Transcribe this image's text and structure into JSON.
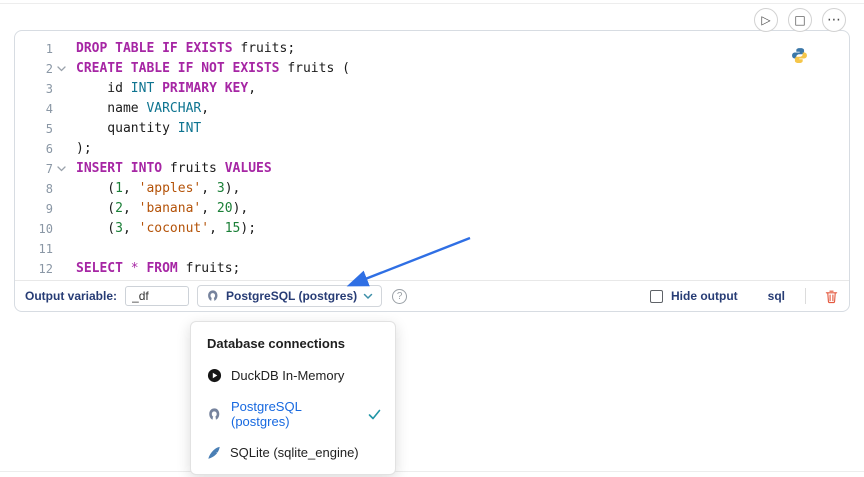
{
  "cell_toolbar": {
    "run_button": "▷",
    "interrupt_button": "□",
    "more_button": "⋯"
  },
  "editor": {
    "lines": [
      {
        "n": "1",
        "fold": false,
        "tokens": [
          [
            "kw",
            "DROP TABLE IF EXISTS"
          ],
          [
            "pl",
            " fruits;"
          ]
        ]
      },
      {
        "n": "2",
        "fold": true,
        "tokens": [
          [
            "kw",
            "CREATE TABLE IF NOT EXISTS"
          ],
          [
            "pl",
            " fruits ("
          ]
        ]
      },
      {
        "n": "3",
        "fold": false,
        "tokens": [
          [
            "pl",
            "    id "
          ],
          [
            "ty",
            "INT"
          ],
          [
            "pl",
            " "
          ],
          [
            "kw",
            "PRIMARY KEY"
          ],
          [
            "pl",
            ","
          ]
        ]
      },
      {
        "n": "4",
        "fold": false,
        "tokens": [
          [
            "pl",
            "    name "
          ],
          [
            "ty",
            "VARCHAR"
          ],
          [
            "pl",
            ","
          ]
        ]
      },
      {
        "n": "5",
        "fold": false,
        "tokens": [
          [
            "pl",
            "    quantity "
          ],
          [
            "ty",
            "INT"
          ]
        ]
      },
      {
        "n": "6",
        "fold": false,
        "tokens": [
          [
            "pl",
            ");"
          ]
        ]
      },
      {
        "n": "7",
        "fold": true,
        "tokens": [
          [
            "kw",
            "INSERT INTO"
          ],
          [
            "pl",
            " fruits "
          ],
          [
            "kw",
            "VALUES"
          ]
        ]
      },
      {
        "n": "8",
        "fold": false,
        "tokens": [
          [
            "pl",
            "    ("
          ],
          [
            "nu",
            "1"
          ],
          [
            "pl",
            ", "
          ],
          [
            "st",
            "'apples'"
          ],
          [
            "pl",
            ", "
          ],
          [
            "nu",
            "3"
          ],
          [
            "pl",
            "),"
          ]
        ]
      },
      {
        "n": "9",
        "fold": false,
        "tokens": [
          [
            "pl",
            "    ("
          ],
          [
            "nu",
            "2"
          ],
          [
            "pl",
            ", "
          ],
          [
            "st",
            "'banana'"
          ],
          [
            "pl",
            ", "
          ],
          [
            "nu",
            "20"
          ],
          [
            "pl",
            "),"
          ]
        ]
      },
      {
        "n": "10",
        "fold": false,
        "tokens": [
          [
            "pl",
            "    ("
          ],
          [
            "nu",
            "3"
          ],
          [
            "pl",
            ", "
          ],
          [
            "st",
            "'coconut'"
          ],
          [
            "pl",
            ", "
          ],
          [
            "nu",
            "15"
          ],
          [
            "pl",
            ");"
          ]
        ]
      },
      {
        "n": "11",
        "fold": false,
        "tokens": []
      },
      {
        "n": "12",
        "fold": false,
        "tokens": [
          [
            "kw",
            "SELECT"
          ],
          [
            "pl",
            " "
          ],
          [
            "op",
            "*"
          ],
          [
            "pl",
            " "
          ],
          [
            "kw",
            "FROM"
          ],
          [
            "pl",
            " fruits;"
          ]
        ]
      }
    ]
  },
  "footer": {
    "output_variable_label": "Output variable:",
    "output_variable_value": "_df",
    "connection_label": "PostgreSQL (postgres)",
    "help_label": "?",
    "hide_output_label": "Hide output",
    "language_label": "sql"
  },
  "connection_menu": {
    "header": "Database connections",
    "items": [
      {
        "label": "DuckDB In-Memory",
        "icon": "duckdb-icon",
        "selected": false
      },
      {
        "label": "PostgreSQL (postgres)",
        "icon": "postgresql-icon",
        "selected": true
      },
      {
        "label": "SQLite (sqlite_engine)",
        "icon": "sqlite-icon",
        "selected": false
      }
    ]
  },
  "colors": {
    "keyword": "#a626a4",
    "type": "#0e7490",
    "string": "#b45309",
    "number": "#1a7f37",
    "selected_item": "#1769e0",
    "footer_label": "#273c75",
    "annotation_arrow": "#2f6fe4",
    "trash": "#e4593f"
  }
}
